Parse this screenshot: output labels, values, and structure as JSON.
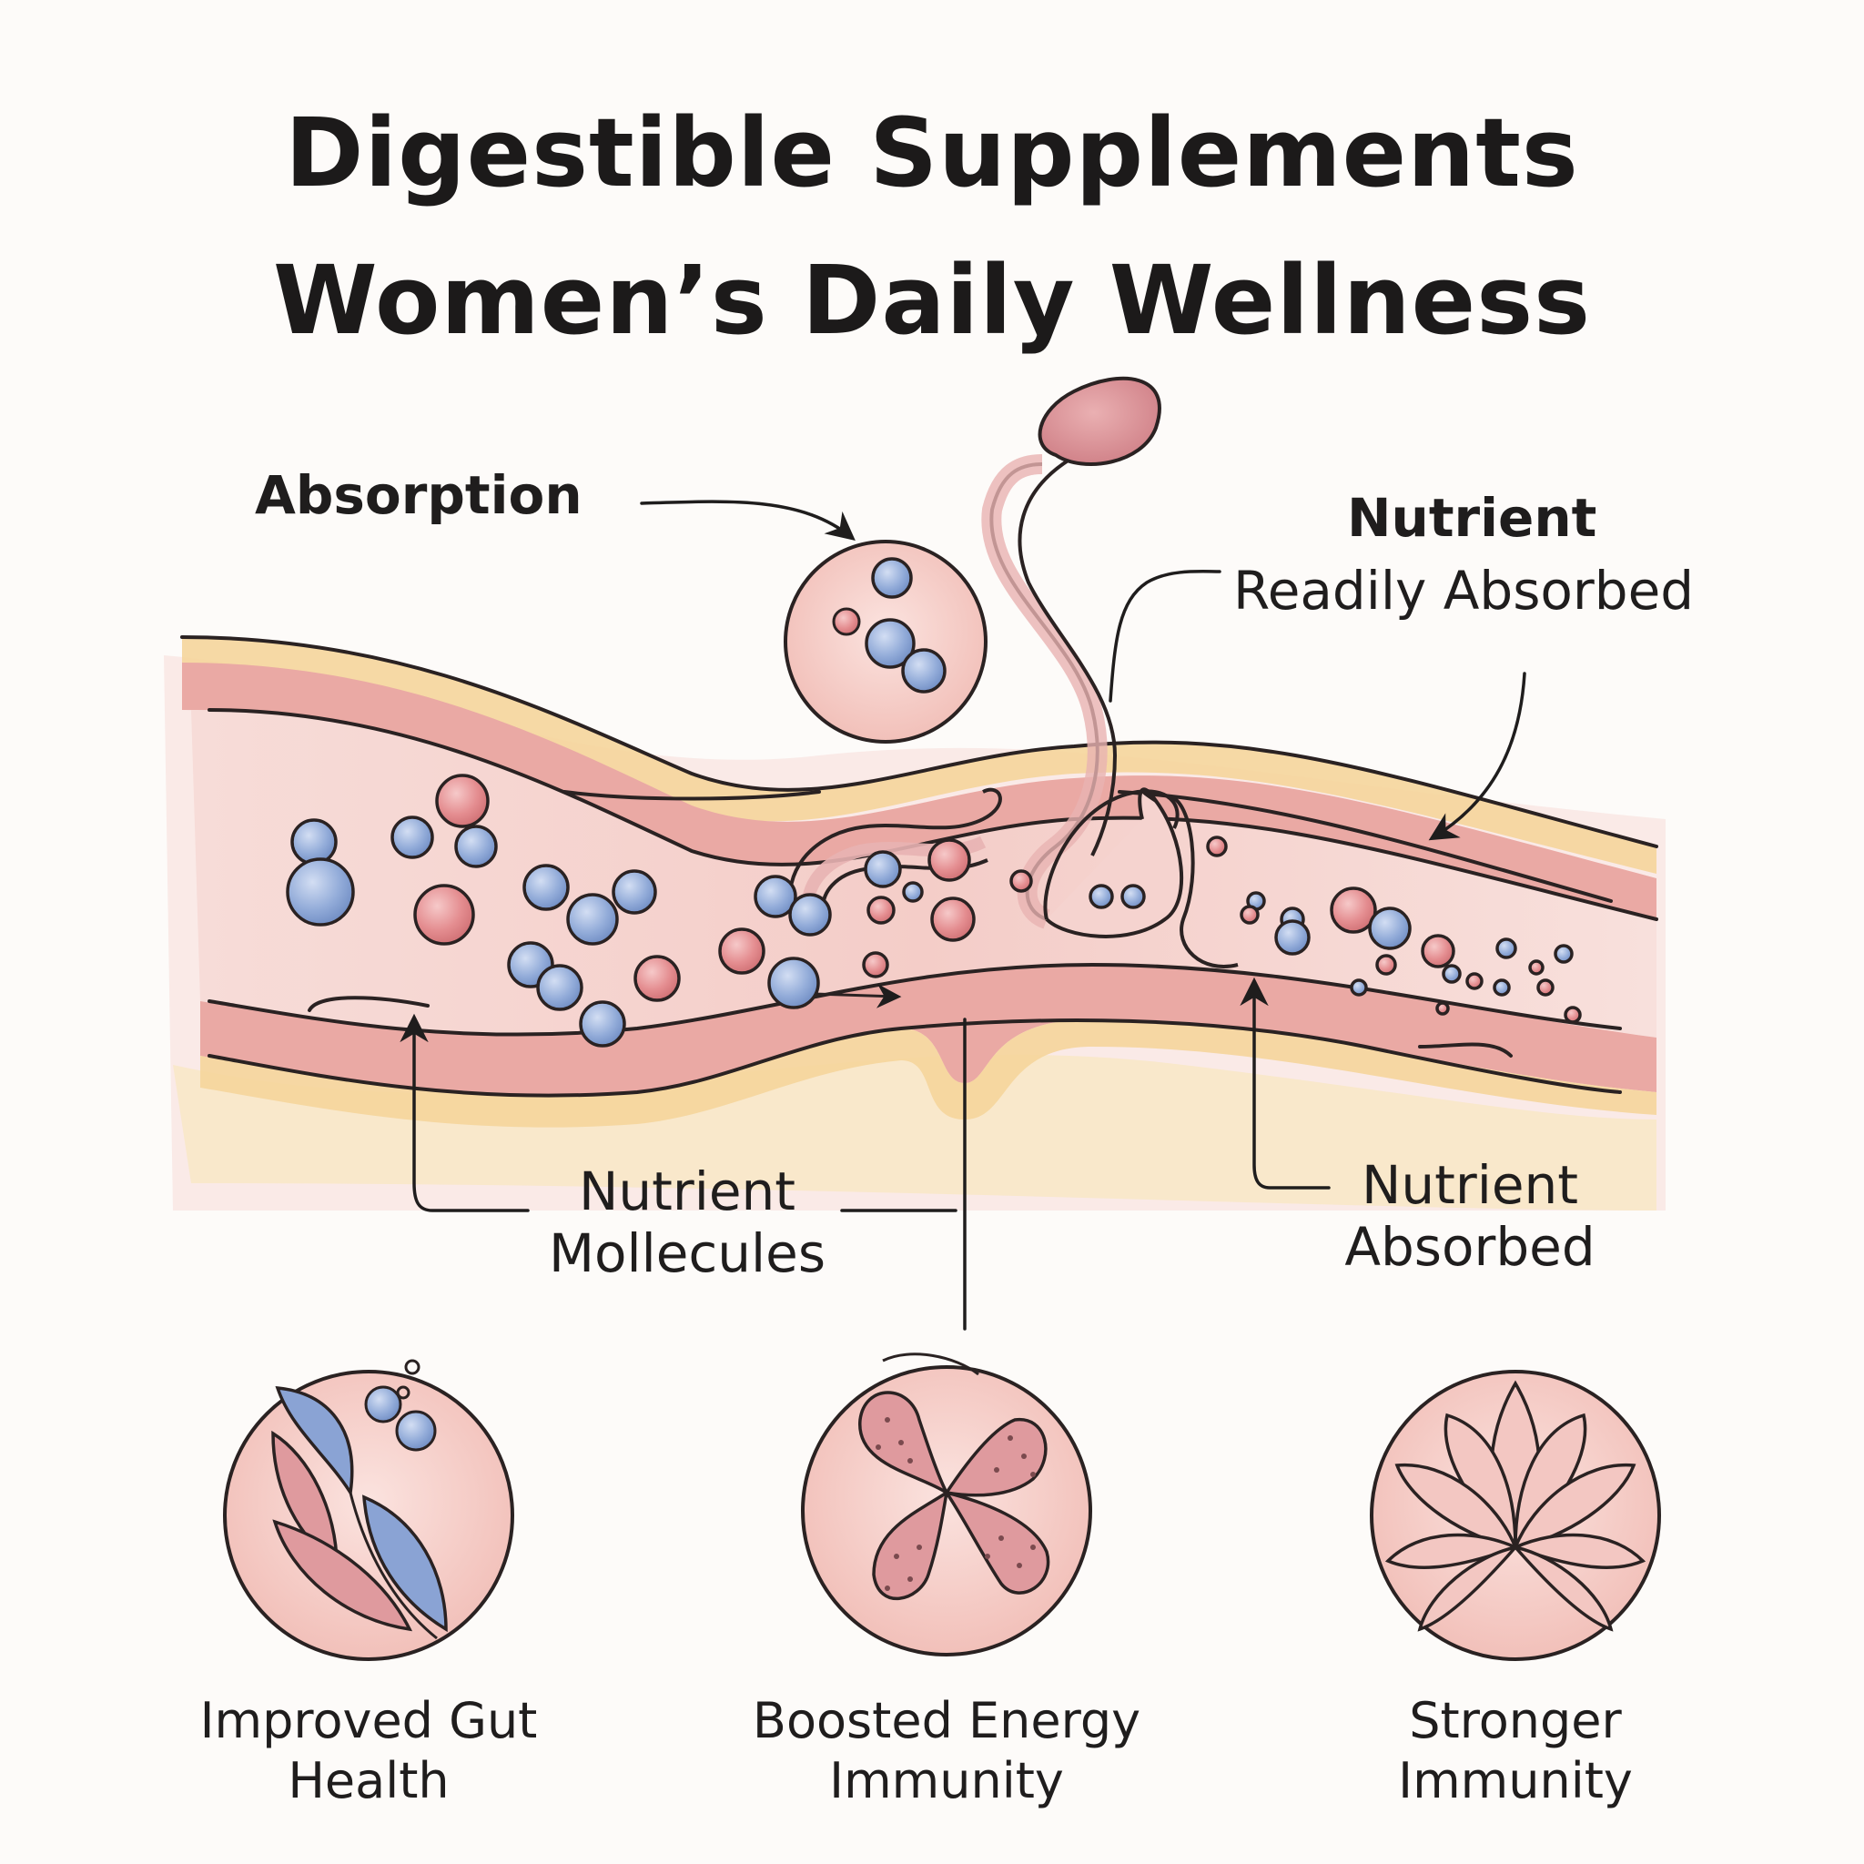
{
  "title": {
    "line1": "Digestible Supplements",
    "line2": "Women’s Daily Wellness"
  },
  "labels": {
    "absorption": "Absorption",
    "nutrient_bold": "Nutrient",
    "readily_absorbed": "Readily Absorbed",
    "molecules_line1": "Nutrient",
    "molecules_line2": "Mollecules",
    "absorbed_line1": "Nutrient",
    "absorbed_line2": "Absorbed"
  },
  "benefits": [
    {
      "line1": "Improved Gut",
      "line2": "Health",
      "icon": "leaf-icon"
    },
    {
      "line1": "Boosted Energy",
      "line2": "Immunity",
      "icon": "clover-icon"
    },
    {
      "line1": "Stronger",
      "line2": "Immunity",
      "icon": "lotus-icon"
    }
  ],
  "colors": {
    "tissue": "#f3c4bf",
    "tissue_dark": "#e7a49e",
    "fat_layer": "#f6dca8",
    "blue_molecule": "#8ea8d6",
    "red_molecule": "#e2878b",
    "ink": "#1f1d1d"
  }
}
